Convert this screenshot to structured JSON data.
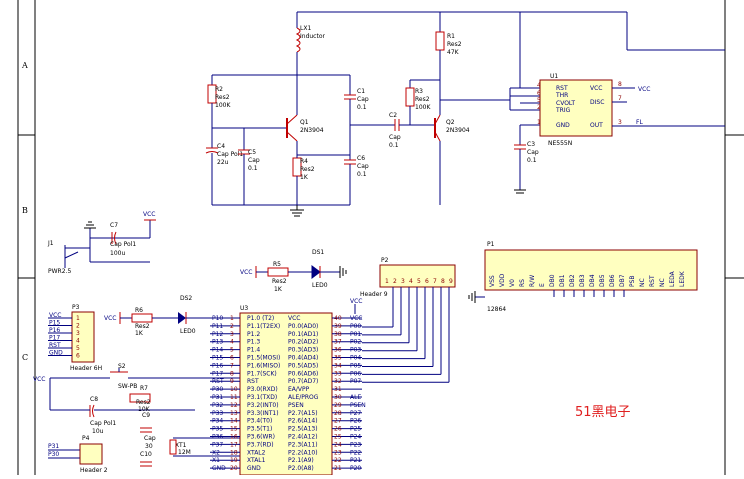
{
  "zones": [
    "A",
    "B",
    "C"
  ],
  "watermark": "51黑电子",
  "components": {
    "lx1": {
      "ref": "LX1",
      "value": "Inductor"
    },
    "r1": {
      "ref": "R1",
      "type": "Res2",
      "value": "47K"
    },
    "r2": {
      "ref": "R2",
      "type": "Res2",
      "value": "100K"
    },
    "r3": {
      "ref": "R3",
      "type": "Res2",
      "value": "100K"
    },
    "r4": {
      "ref": "R4",
      "type": "Res2",
      "value": "1K"
    },
    "r5": {
      "ref": "R5",
      "type": "Res2",
      "value": "1K"
    },
    "r6": {
      "ref": "R6",
      "type": "Res2",
      "value": "1K"
    },
    "r7": {
      "ref": "R7",
      "type": "Res2",
      "value": "10K"
    },
    "q1": {
      "ref": "Q1",
      "value": "2N3904"
    },
    "q2": {
      "ref": "Q2",
      "value": "2N3904"
    },
    "c1": {
      "ref": "C1",
      "type": "Cap",
      "value": "0.1"
    },
    "c2": {
      "ref": "C2",
      "type": "Cap",
      "value": "0.1"
    },
    "c3": {
      "ref": "C3",
      "type": "Cap",
      "value": "0.1"
    },
    "c4": {
      "ref": "C4",
      "type": "Cap Pol1",
      "value": "22u"
    },
    "c5": {
      "ref": "C5",
      "type": "Cap",
      "value": "0.1"
    },
    "c6": {
      "ref": "C6",
      "type": "Cap",
      "value": "0.1"
    },
    "c7": {
      "ref": "C7",
      "type": "Cap Pol1",
      "value": "100u"
    },
    "c8": {
      "ref": "C8",
      "type": "Cap Pol1",
      "value": "10u"
    },
    "c9": {
      "ref": "C9",
      "type": "Cap",
      "value": "30"
    },
    "c10": {
      "ref": "C10",
      "type": "Cap",
      "value": "30"
    },
    "ds1": {
      "ref": "DS1",
      "value": "LED0"
    },
    "ds2": {
      "ref": "DS2",
      "value": "LED0"
    },
    "j1": {
      "ref": "J1",
      "value": "PWR2.5"
    },
    "s2": {
      "ref": "S2",
      "value": "SW-PB"
    },
    "xt1": {
      "ref": "XT1",
      "value": "12M"
    },
    "u1": {
      "ref": "U1",
      "value": "NE555N",
      "left_pins": [
        "RST",
        "THR",
        "CVOLT",
        "TRIG",
        "GND"
      ],
      "right_pins": [
        "VCC",
        "DISC",
        "OUT"
      ],
      "pin_numbers": [
        "4",
        "6",
        "5",
        "2",
        "1",
        "8",
        "7",
        "3"
      ]
    },
    "p1": {
      "ref": "P1",
      "value": "12864",
      "pins": [
        "VSS",
        "VDD",
        "V0",
        "RS",
        "R/W",
        "E",
        "DB0",
        "DB1",
        "DB2",
        "DB3",
        "DB4",
        "DB5",
        "DB6",
        "DB7",
        "PSB",
        "NC",
        "RST",
        "NC",
        "LEDA",
        "LEDK"
      ]
    },
    "p2": {
      "ref": "P2",
      "value": "Header 9",
      "pin_numbers": [
        "1",
        "2",
        "3",
        "4",
        "5",
        "6",
        "7",
        "8",
        "9"
      ]
    },
    "p3": {
      "ref": "P3",
      "value": "Header 6H",
      "nets": [
        "VCC",
        "P15",
        "P16",
        "P17",
        "RST",
        "GND"
      ],
      "pin_numbers": [
        "1",
        "2",
        "3",
        "4",
        "5",
        "6"
      ]
    },
    "p4": {
      "ref": "P4",
      "value": "Header 2",
      "nets": [
        "P31",
        "P30"
      ]
    },
    "u3": {
      "ref": "U3",
      "left_pins": [
        {
          "n": "1",
          "name": "P1.0 (T2)",
          "net": "P10"
        },
        {
          "n": "2",
          "name": "P1.1(T2EX)",
          "net": "P11"
        },
        {
          "n": "3",
          "name": "P1.2",
          "net": "P12"
        },
        {
          "n": "4",
          "name": "P1.3",
          "net": "P13"
        },
        {
          "n": "5",
          "name": "P1.4",
          "net": "P14"
        },
        {
          "n": "6",
          "name": "P1.5(MOSI)",
          "net": "P15"
        },
        {
          "n": "7",
          "name": "P1.6(MISO)",
          "net": "P16"
        },
        {
          "n": "8",
          "name": "P1.7(SCK)",
          "net": "P17"
        },
        {
          "n": "9",
          "name": "RST",
          "net": "RST"
        },
        {
          "n": "10",
          "name": "P3.0(RXD)",
          "net": "P30"
        },
        {
          "n": "11",
          "name": "P3.1(TXD)",
          "net": "P31"
        },
        {
          "n": "12",
          "name": "P3.2(INT0)",
          "net": "P32"
        },
        {
          "n": "13",
          "name": "P3.3(INT1)",
          "net": "P33"
        },
        {
          "n": "14",
          "name": "P3.4(T0)",
          "net": "P34"
        },
        {
          "n": "15",
          "name": "P3.5(T1)",
          "net": "P35"
        },
        {
          "n": "16",
          "name": "P3.6(WR)",
          "net": "P36"
        },
        {
          "n": "17",
          "name": "P3.7(RD)",
          "net": "P37"
        },
        {
          "n": "18",
          "name": "XTAL2",
          "net": "X2"
        },
        {
          "n": "19",
          "name": "XTAL1",
          "net": "X1"
        },
        {
          "n": "20",
          "name": "GND",
          "net": "GND"
        }
      ],
      "right_pins": [
        {
          "n": "40",
          "name": "VCC",
          "net": "VCC"
        },
        {
          "n": "39",
          "name": "P0.0(AD0)",
          "net": "P00"
        },
        {
          "n": "38",
          "name": "P0.1(AD1)",
          "net": "P01"
        },
        {
          "n": "37",
          "name": "P0.2(AD2)",
          "net": "P02"
        },
        {
          "n": "36",
          "name": "P0.3(AD3)",
          "net": "P03"
        },
        {
          "n": "35",
          "name": "P0.4(AD4)",
          "net": "P04"
        },
        {
          "n": "34",
          "name": "P0.5(AD5)",
          "net": "P05"
        },
        {
          "n": "33",
          "name": "P0.6(AD6)",
          "net": "P06"
        },
        {
          "n": "32",
          "name": "P0.7(AD7)",
          "net": "P07"
        },
        {
          "n": "31",
          "name": "EA/VPP",
          "net": ""
        },
        {
          "n": "30",
          "name": "ALE/PROG",
          "net": "ALE"
        },
        {
          "n": "29",
          "name": "PSEN",
          "net": "PSEN"
        },
        {
          "n": "28",
          "name": "P2.7(A15)",
          "net": "P27"
        },
        {
          "n": "27",
          "name": "P2.6(A14)",
          "net": "P26"
        },
        {
          "n": "26",
          "name": "P2.5(A13)",
          "net": "P25"
        },
        {
          "n": "25",
          "name": "P2.4(A12)",
          "net": "P24"
        },
        {
          "n": "24",
          "name": "P2.3(A11)",
          "net": "P23"
        },
        {
          "n": "23",
          "name": "P2.2(A10)",
          "net": "P22"
        },
        {
          "n": "22",
          "name": "P2.1(A9)",
          "net": "P21"
        },
        {
          "n": "21",
          "name": "P2.0(A8)",
          "net": "P20"
        }
      ]
    }
  },
  "nets": {
    "vcc": "VCC",
    "fl": "FL"
  },
  "u1_pin_labels": {
    "vcc": "VCC",
    "pin8": "8",
    "pin7": "7",
    "pin3": "3",
    "out_net": "FL"
  }
}
